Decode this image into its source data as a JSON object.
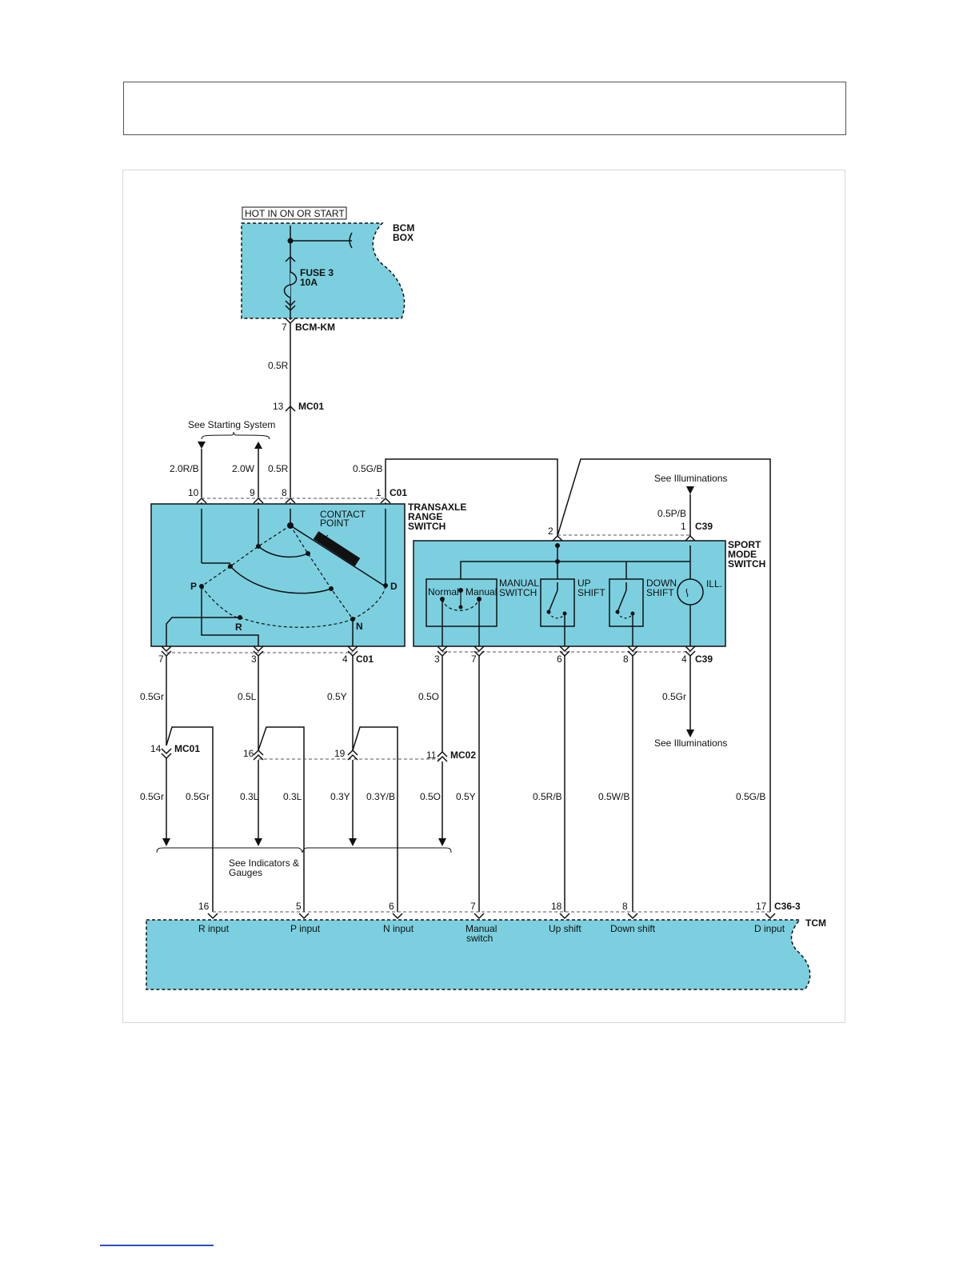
{
  "colors": {
    "box_fill": "#7ccfdf",
    "line": "#111111",
    "footer_link": "#2b4fc7"
  },
  "bcm": {
    "hot_label": "HOT IN ON OR START",
    "name_line1": "BCM",
    "name_line2": "BOX",
    "fuse_line1": "FUSE 3",
    "fuse_line2": "10A",
    "pin": "7",
    "connector": "BCM-KM"
  },
  "wires": {
    "bcm_mc01": "0.5R",
    "trs_r1": "2.0R/B",
    "trs_r2": "2.0W",
    "trs_r3": "0.5R",
    "trs_gb": "0.5G/B",
    "p_gr": "0.5Gr",
    "p_l": "0.5L",
    "p_y": "0.5Y",
    "p_o": "0.5O",
    "s_pb": "0.5P/B",
    "s_gr": "0.5Gr",
    "l_gr1": "0.5Gr",
    "l_gr2": "0.5Gr",
    "l_l1": "0.3L",
    "l_l2": "0.3L",
    "l_y1": "0.3Y",
    "l_yb": "0.3Y/B",
    "l_o": "0.5O",
    "l_y": "0.5Y",
    "l_rb": "0.5R/B",
    "l_wb": "0.5W/B",
    "l_gb": "0.5G/B"
  },
  "connectors": {
    "mc01_pin": "13",
    "mc01_name": "MC01",
    "c01_pins_top": [
      "10",
      "9",
      "8",
      "1"
    ],
    "c01_name": "C01",
    "c01_pins_bottom": [
      "7",
      "3",
      "4"
    ],
    "sport_pins_top": [
      "2",
      "1"
    ],
    "c39_name": "C39",
    "sport_pins_bottom": [
      "3",
      "7",
      "6",
      "8",
      "4"
    ],
    "mid_pins": [
      "14",
      "16",
      "19",
      "11"
    ],
    "mc01b_name": "MC01",
    "mc02_name": "MC02",
    "tcm_pins": [
      "16",
      "5",
      "6",
      "7",
      "18",
      "8",
      "17"
    ],
    "tcm_conn": "C36-3"
  },
  "notes": {
    "starting": "See Starting System",
    "illum_top": "See Illuminations",
    "illum_bottom": "See Illuminations",
    "indicators_1": "See Indicators &",
    "indicators_2": "Gauges"
  },
  "trs": {
    "title1": "TRANSAXLE",
    "title2": "RANGE",
    "title3": "SWITCH",
    "contact1": "CONTACT",
    "contact2": "POINT",
    "P": "P",
    "R": "R",
    "N": "N",
    "D": "D"
  },
  "sport": {
    "title1": "SPORT",
    "title2": "MODE",
    "title3": "SWITCH",
    "normal": "Normal",
    "manual": "Manual",
    "manual_sw1": "MANUAL",
    "manual_sw2": "SWITCH",
    "up1": "UP",
    "up2": "SHIFT",
    "down1": "DOWN",
    "down2": "SHIFT",
    "ill": "ILL."
  },
  "tcm": {
    "name": "TCM",
    "inputs": [
      "R input",
      "P input",
      "N input",
      "Manual",
      "switch",
      "Up shift",
      "Down shift",
      "D input"
    ]
  }
}
